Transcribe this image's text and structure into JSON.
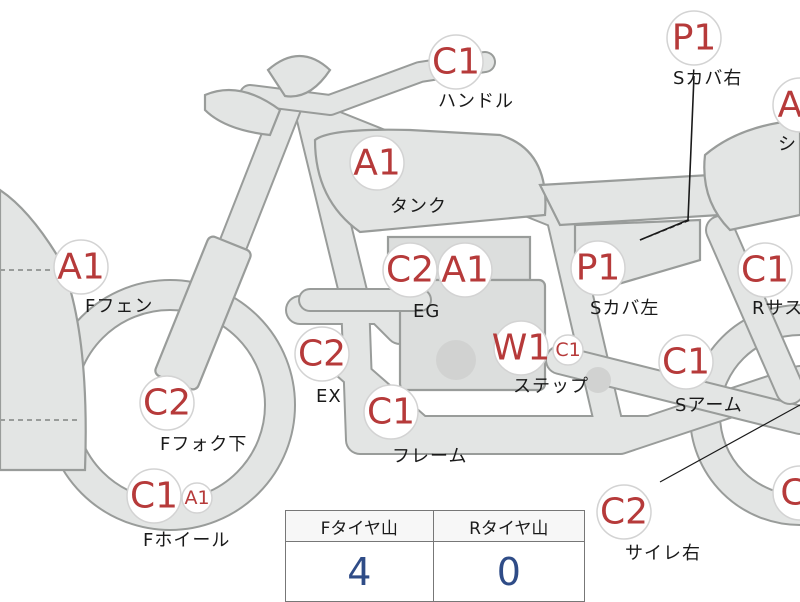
{
  "parts": [
    {
      "id": "handle",
      "label": "ハンドル",
      "badges": [
        {
          "text": "C1",
          "size": "large"
        }
      ]
    },
    {
      "id": "s-cover-right",
      "label": "Sカバ右",
      "badges": [
        {
          "text": "P1",
          "size": "large"
        }
      ]
    },
    {
      "id": "seat",
      "label": "シ",
      "badges": [
        {
          "text": "A",
          "size": "large"
        }
      ]
    },
    {
      "id": "tank",
      "label": "タンク",
      "badges": [
        {
          "text": "A1",
          "size": "large"
        }
      ]
    },
    {
      "id": "f-fender",
      "label": "Fフェン",
      "badges": [
        {
          "text": "A1",
          "size": "large"
        }
      ]
    },
    {
      "id": "engine",
      "label": "EG",
      "badges": [
        {
          "text": "C2",
          "size": "large"
        },
        {
          "text": "A1",
          "size": "large"
        }
      ]
    },
    {
      "id": "s-cover-left",
      "label": "Sカバ左",
      "badges": [
        {
          "text": "P1",
          "size": "large"
        }
      ]
    },
    {
      "id": "r-suspension",
      "label": "Rサス",
      "badges": [
        {
          "text": "C1",
          "size": "large"
        }
      ]
    },
    {
      "id": "exhaust",
      "label": "EX",
      "badges": [
        {
          "text": "C2",
          "size": "large"
        }
      ]
    },
    {
      "id": "step",
      "label": "ステップ",
      "badges": [
        {
          "text": "W1",
          "size": "large"
        },
        {
          "text": "C1",
          "size": "small"
        }
      ]
    },
    {
      "id": "swing-arm",
      "label": "Sアーム",
      "badges": [
        {
          "text": "C1",
          "size": "large"
        }
      ]
    },
    {
      "id": "f-fork-lower",
      "label": "Fフォク下",
      "badges": [
        {
          "text": "C2",
          "size": "large"
        }
      ]
    },
    {
      "id": "frame",
      "label": "フレーム",
      "badges": [
        {
          "text": "C1",
          "size": "large"
        }
      ]
    },
    {
      "id": "f-wheel",
      "label": "Fホイール",
      "badges": [
        {
          "text": "C1",
          "size": "large"
        },
        {
          "text": "A1",
          "size": "small"
        }
      ]
    },
    {
      "id": "muffler-right",
      "label": "サイレ右",
      "badges": [
        {
          "text": "C2",
          "size": "large"
        }
      ]
    },
    {
      "id": "r-wheel",
      "label": "",
      "badges": [
        {
          "text": "C",
          "size": "large"
        }
      ]
    }
  ],
  "tire_table": {
    "headers": [
      "Fタイヤ山",
      "Rタイヤ山"
    ],
    "values": [
      "4",
      "0"
    ]
  },
  "colors": {
    "badge_text": "#b63a3a",
    "part_fill": "#e3e5e4",
    "part_outline": "#999c9a",
    "table_value": "#2f4c87"
  }
}
